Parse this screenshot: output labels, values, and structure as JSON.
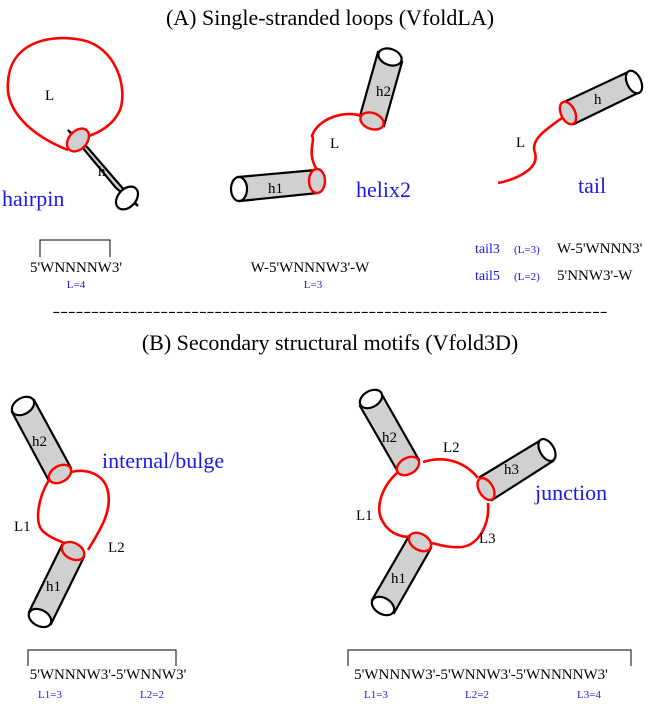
{
  "section_a": {
    "title": "(A) Single-stranded loops (VfoldLA)",
    "hairpin": {
      "loop": "L",
      "helix": "h",
      "name": "hairpin",
      "sequence": "5'WNNNNW3'",
      "length": "L=4"
    },
    "helix2": {
      "loop": "L",
      "helix1": "h1",
      "helix2": "h2",
      "name": "helix2",
      "sequence": "W-5'WNNNW3'-W",
      "length": "L=3"
    },
    "tail": {
      "loop": "L",
      "helix": "h",
      "name": "tail",
      "rows": [
        {
          "name": "tail3",
          "length": "(L=3)",
          "sequence": "W-5'WNNN3'"
        },
        {
          "name": "tail5",
          "length": "(L=2)",
          "sequence": "5'NNW3'-W"
        }
      ]
    }
  },
  "separator": "------------------------------------------------------------------------",
  "section_b": {
    "title": "(B) Secondary structural motifs (Vfold3D)",
    "internal": {
      "helix1": "h1",
      "helix2": "h2",
      "loop1": "L1",
      "loop2": "L2",
      "name": "internal/bulge",
      "sequence": "5'WNNNW3'-5'WNNW3'",
      "lengths": [
        "L1=3",
        "L2=2"
      ]
    },
    "junction": {
      "helix1": "h1",
      "helix2": "h2",
      "helix3": "h3",
      "loop1": "L1",
      "loop2": "L2",
      "loop3": "L3",
      "name": "junction",
      "sequence": "5'WNNNW3'-5'WNNW3'-5'WNNNNW3'",
      "lengths": [
        "L1=3",
        "L2=2",
        "L3=4"
      ]
    }
  },
  "colors": {
    "loop": "#ff0000",
    "helix": "#d0d0d0",
    "label_blue": "#1a1ae6"
  }
}
